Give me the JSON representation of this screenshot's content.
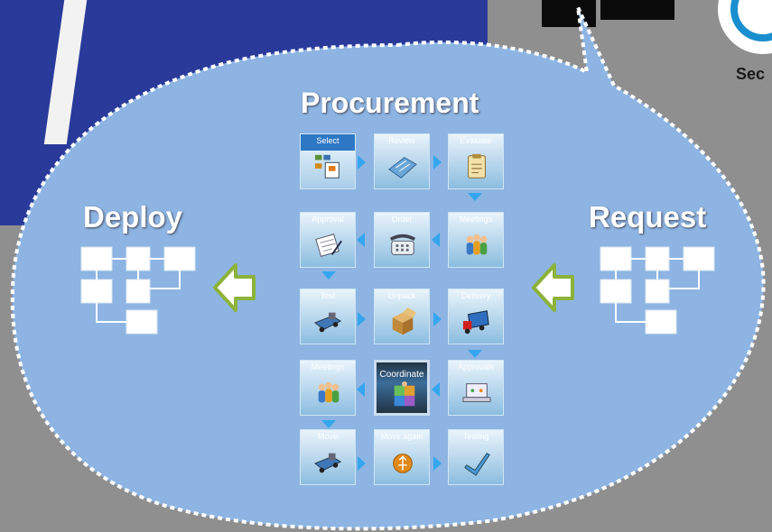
{
  "titles": {
    "procurement": "Procurement",
    "deploy": "Deploy",
    "request": "Request"
  },
  "corner_text": "Sec",
  "tiles": [
    {
      "label": "Select",
      "icon": "select-icon"
    },
    {
      "label": "Review",
      "icon": "blueprint-icon"
    },
    {
      "label": "Evaluate",
      "icon": "clipboard-icon"
    },
    {
      "label": "Approval",
      "icon": "document-sign-icon"
    },
    {
      "label": "Order",
      "icon": "telephone-icon"
    },
    {
      "label": "Meetings",
      "icon": "people-icon"
    },
    {
      "label": "Test",
      "icon": "truck-icon"
    },
    {
      "label": "Unpack",
      "icon": "box-icon"
    },
    {
      "label": "Delivery",
      "icon": "delivery-truck-icon"
    },
    {
      "label": "Meetings",
      "icon": "people-icon"
    },
    {
      "label": "Coordinate",
      "icon": "puzzle-people-icon"
    },
    {
      "label": "Approvals",
      "icon": "laptop-icon"
    },
    {
      "label": "Move",
      "icon": "truck-icon"
    },
    {
      "label": "Move again",
      "icon": "usb-coin-icon"
    },
    {
      "label": "Testing",
      "icon": "checkmark-icon"
    }
  ],
  "colors": {
    "bubble": "#8db4e2",
    "accent_arrow": "#34a6ef",
    "big_arrow": "#8cb33a",
    "background": "#8f8f8f",
    "banner": "#2a3a9a"
  }
}
